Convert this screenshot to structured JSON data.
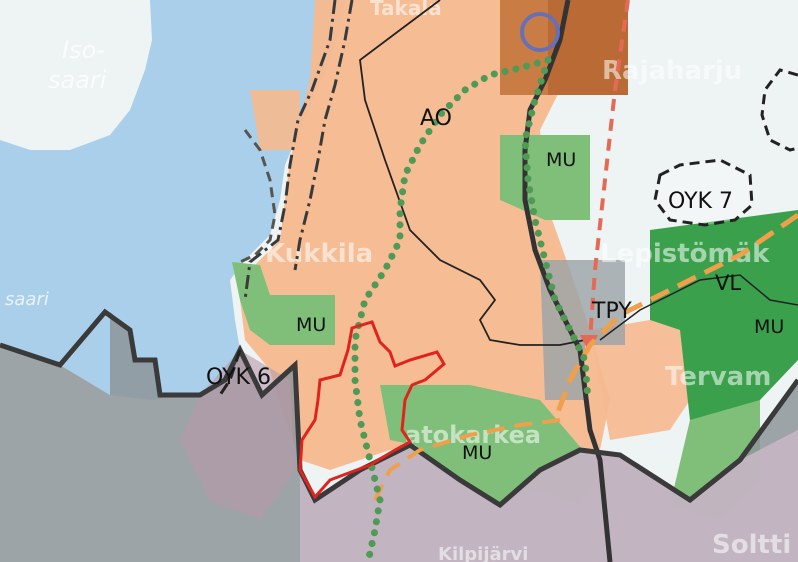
{
  "map": {
    "zone_labels": {
      "ao": "AO",
      "mu_north": "MU",
      "mu_west": "MU",
      "mu_south": "MU",
      "mu_east": "MU",
      "tpy": "TPY",
      "vl": "VL",
      "oyk6": "OYK 6",
      "oyk7": "OYK 7"
    },
    "place_names": {
      "isosaari_1": "Iso-",
      "isosaari_2": "saari",
      "rajaharju": "Rajaharju",
      "kukkila": "Kukkila",
      "lepistomaki": "Lepistömäk",
      "tervam": "Tervam",
      "atokarkea": "atokarkea",
      "solttila": "Soltti",
      "saari_w": "saari",
      "takala": "Takala",
      "kilpijarvi": "Kilpijärvi"
    },
    "colors": {
      "water": "#a9cfea",
      "land_white": "#eef3f4",
      "orange_zone": "#f6b98f",
      "dark_orange_zone": "#c97d45",
      "green_zone": "#7fbf7a",
      "dark_green_zone": "#3aa04c",
      "gray_zone": "#9aa3a8",
      "boundary": "#3a3a3a",
      "red_area": "#e0231c",
      "green_dots": "#4f9a55",
      "dashed_red": "#e56a56",
      "dashed_orange": "#f0a04a",
      "circle_marker": "#6670b8"
    }
  }
}
